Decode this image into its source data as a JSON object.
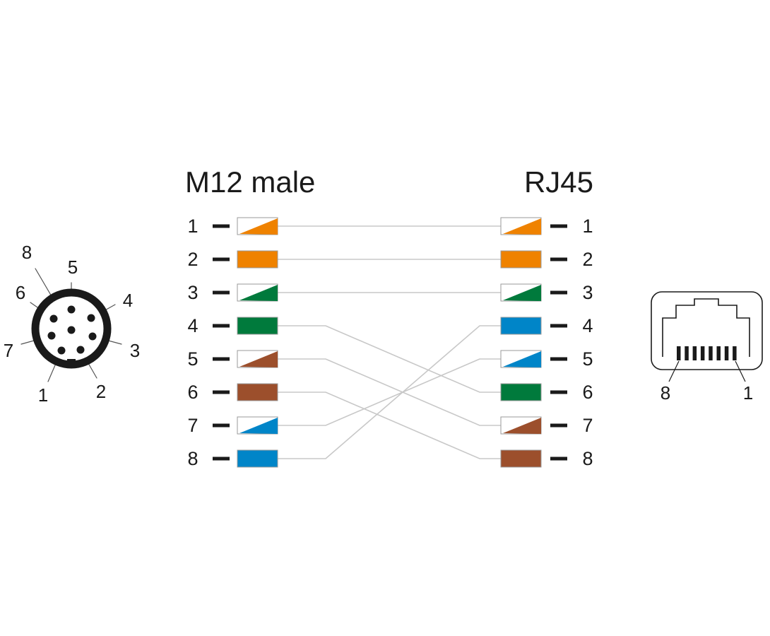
{
  "m12": {
    "title": "M12 male",
    "face_labels": [
      "1",
      "2",
      "3",
      "4",
      "5",
      "6",
      "7",
      "8"
    ]
  },
  "rj45": {
    "title": "RJ45",
    "socket_labels": {
      "left": "8",
      "right": "1"
    }
  },
  "colors": {
    "orange": "#ef8200",
    "green": "#007a3c",
    "brown": "#9c4f2c",
    "blue": "#0085c8",
    "wire": "#c8c8c8"
  },
  "left_pins": [
    {
      "label": "1",
      "color": "orange",
      "striped": true
    },
    {
      "label": "2",
      "color": "orange",
      "striped": false
    },
    {
      "label": "3",
      "color": "green",
      "striped": true
    },
    {
      "label": "4",
      "color": "green",
      "striped": false
    },
    {
      "label": "5",
      "color": "brown",
      "striped": true
    },
    {
      "label": "6",
      "color": "brown",
      "striped": false
    },
    {
      "label": "7",
      "color": "blue",
      "striped": true
    },
    {
      "label": "8",
      "color": "blue",
      "striped": false
    }
  ],
  "right_pins": [
    {
      "label": "1",
      "color": "orange",
      "striped": true
    },
    {
      "label": "2",
      "color": "orange",
      "striped": false
    },
    {
      "label": "3",
      "color": "green",
      "striped": true
    },
    {
      "label": "4",
      "color": "blue",
      "striped": false
    },
    {
      "label": "5",
      "color": "blue",
      "striped": true
    },
    {
      "label": "6",
      "color": "green",
      "striped": false
    },
    {
      "label": "7",
      "color": "brown",
      "striped": true
    },
    {
      "label": "8",
      "color": "brown",
      "striped": false
    }
  ],
  "connections": [
    {
      "from": 1,
      "to": 1
    },
    {
      "from": 2,
      "to": 2
    },
    {
      "from": 3,
      "to": 3
    },
    {
      "from": 4,
      "to": 6
    },
    {
      "from": 5,
      "to": 7
    },
    {
      "from": 6,
      "to": 8
    },
    {
      "from": 7,
      "to": 5
    },
    {
      "from": 8,
      "to": 4
    }
  ]
}
